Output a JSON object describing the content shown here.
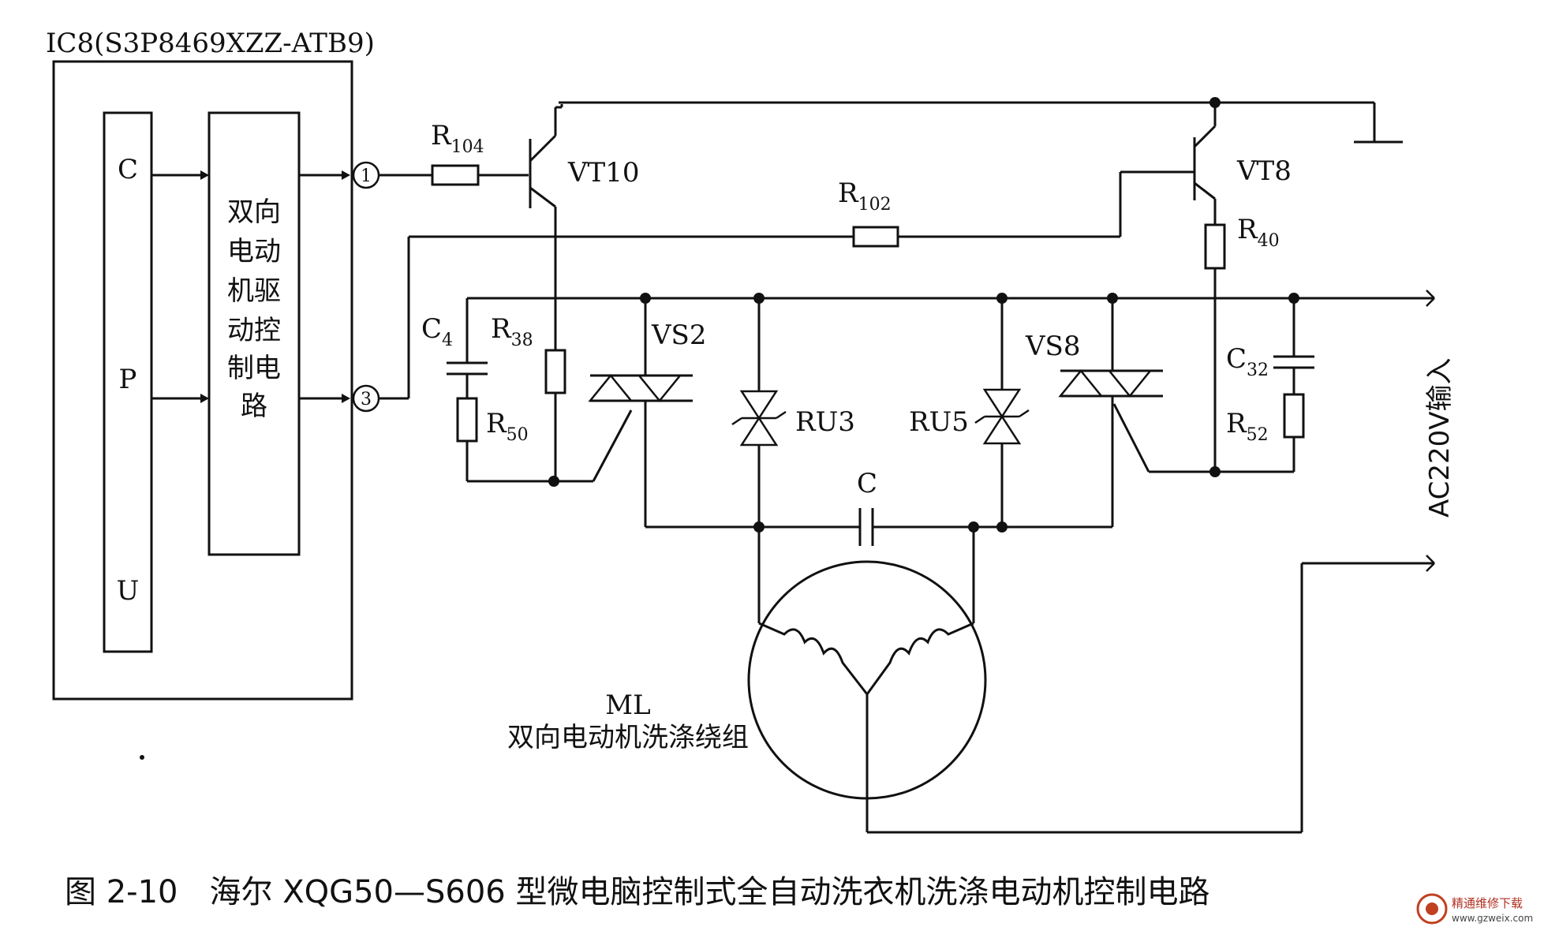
{
  "ic_label": "IC8(S3P8469XZZ-ATB9)",
  "cpu_letters": [
    "C",
    "P",
    "U"
  ],
  "driver_block_lines": [
    "双向",
    "电动",
    "机驱",
    "动控",
    "制电",
    "路"
  ],
  "pins": {
    "p1": "1",
    "p3": "3"
  },
  "components": {
    "r104": {
      "main": "R",
      "sub": "104"
    },
    "vt10": "VT10",
    "r102": {
      "main": "R",
      "sub": "102"
    },
    "vt8": "VT8",
    "r40": {
      "main": "R",
      "sub": "40"
    },
    "c4": {
      "main": "C",
      "sub": "4"
    },
    "r38": {
      "main": "R",
      "sub": "38"
    },
    "r50": {
      "main": "R",
      "sub": "50"
    },
    "vs2": "VS2",
    "ru3": "RU3",
    "ru5": "RU5",
    "vs8": "VS8",
    "c32": {
      "main": "C",
      "sub": "32"
    },
    "r52": {
      "main": "R",
      "sub": "52"
    },
    "c": "C"
  },
  "ac_input": "AC220V输入",
  "motor": {
    "name": "ML",
    "description": "双向电动机洗涤绕组"
  },
  "caption": "图 2-10　海尔 XQG50—S606 型微电脑控制式全自动洗衣机洗涤电动机控制电路",
  "watermark": {
    "title": "精通维修下载",
    "url": "www.gzweix.com"
  }
}
